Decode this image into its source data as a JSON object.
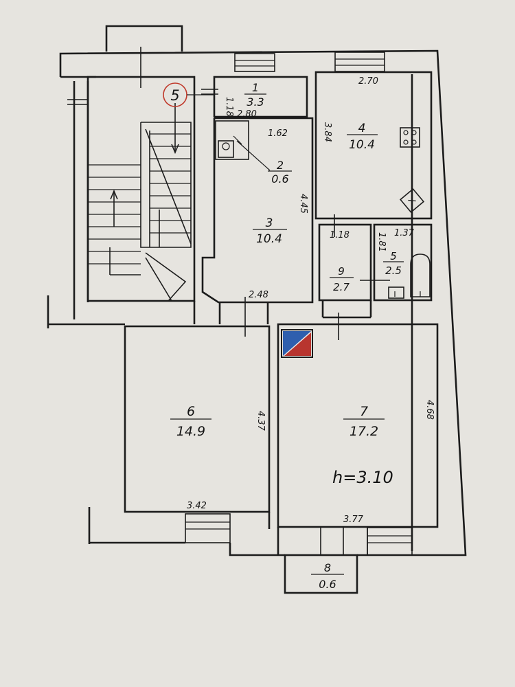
{
  "unit_marker": "5",
  "ceiling_height": "h=3.10",
  "rooms": [
    {
      "number": "1",
      "area": "3.3"
    },
    {
      "number": "2",
      "area": "0.6"
    },
    {
      "number": "3",
      "area": "10.4"
    },
    {
      "number": "4",
      "area": "10.4"
    },
    {
      "number": "5",
      "area": "2.5"
    },
    {
      "number": "6",
      "area": "14.9"
    },
    {
      "number": "7",
      "area": "17.2"
    },
    {
      "number": "8",
      "area": "0.6"
    },
    {
      "number": "9",
      "area": "2.7"
    }
  ],
  "dimensions": {
    "room1_side": "1.18",
    "room2_top": "2.80",
    "room2_right": "1.62",
    "room3_side": "4.45",
    "room3_bottom": "2.48",
    "room4_top": "2.70",
    "room4_side": "3.84",
    "room9_top": "1.18",
    "room5_top": "1.37",
    "room5_side": "1.81",
    "room6_side": "4.37",
    "room6_bottom": "3.42",
    "room7_side": "4.68",
    "room7_bottom": "3.77"
  },
  "colors": {
    "paper": "#e6e4df",
    "ink": "#1c1c1c",
    "marker_red": "#c0392b",
    "height_blue": "#2d4f9e",
    "stamp_red": "#b8352f",
    "stamp_blue": "#2f5fae"
  }
}
